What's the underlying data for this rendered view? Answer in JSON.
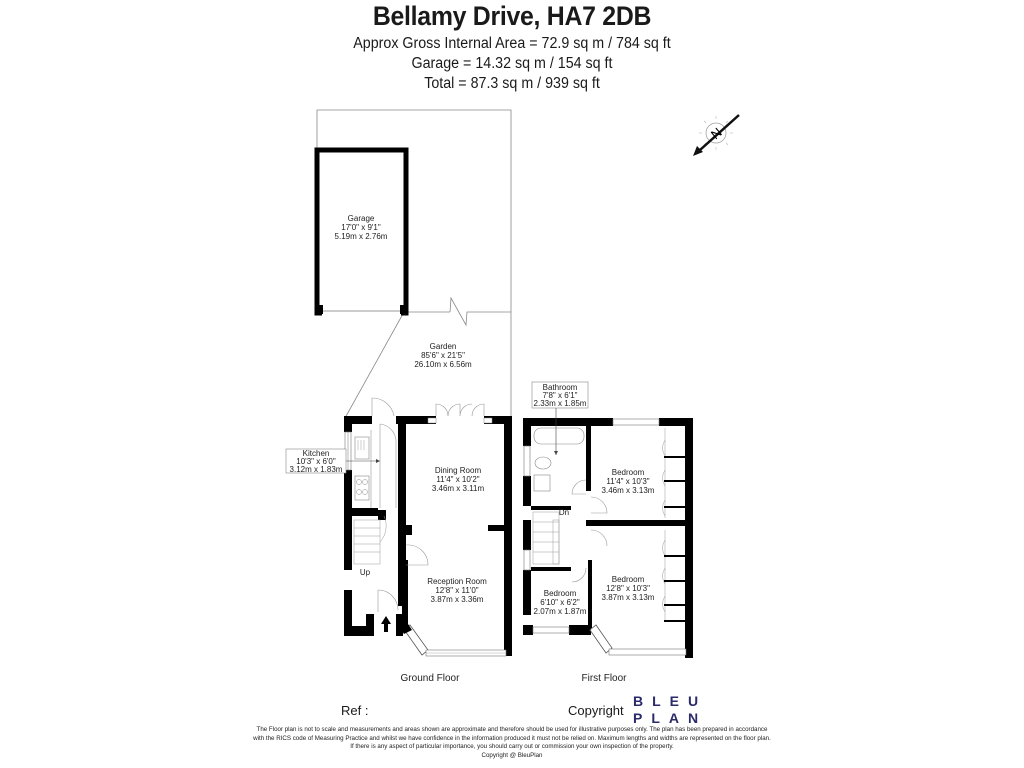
{
  "header": {
    "title": "Bellamy Drive, HA7 2DB",
    "gross_internal_area": "Approx Gross Internal Area = 72.9 sq m / 784 sq ft",
    "garage_area": "Garage = 14.32 sq m / 154 sq ft",
    "total_area": "Total = 87.3 sq m / 939 sq ft"
  },
  "compass": {
    "icon": "north-arrow-icon",
    "label": "N"
  },
  "rooms": {
    "garage": {
      "name": "Garage",
      "imperial": "17'0\" x 9'1\"",
      "metric": "5.19m x 2.76m"
    },
    "garden": {
      "name": "Garden",
      "imperial": "85'6\" x 21'5\"",
      "metric": "26.10m x 6.56m"
    },
    "kitchen": {
      "name": "Kitchen",
      "imperial": "10'3\" x 6'0\"",
      "metric": "3.12m x 1.83m"
    },
    "dining_room": {
      "name": "Dining Room",
      "imperial": "11'4\" x 10'2\"",
      "metric": "3.46m x 3.11m"
    },
    "reception_room": {
      "name": "Reception Room",
      "imperial": "12'8\" x 11'0\"",
      "metric": "3.87m x 3.36m"
    },
    "bathroom": {
      "name": "Bathroom",
      "imperial": "7'8\" x 6'1\"",
      "metric": "2.33m x 1.85m"
    },
    "bedroom_1": {
      "name": "Bedroom",
      "imperial": "11'4\" x 10'3\"",
      "metric": "3.46m x 3.13m"
    },
    "bedroom_2": {
      "name": "Bedroom",
      "imperial": "12'8\" x 10'3\"",
      "metric": "3.87m x 3.13m"
    },
    "bedroom_3": {
      "name": "Bedroom",
      "imperial": "6'10\" x 6'2\"",
      "metric": "2.07m x 1.87m"
    }
  },
  "stairs": {
    "up": "Up",
    "down": "Dn"
  },
  "floors": {
    "ground": "Ground Floor",
    "first": "First Floor"
  },
  "footer": {
    "ref": "Ref  :",
    "copyright_label": "Copyright",
    "logo_line1": "BLEU",
    "logo_line2": "PLAN",
    "logo_color": "#2b2a6b",
    "disclaimer": [
      "The Floor plan is not to scale and measurements and areas shown are approximate and therefore should be used for illustrative purposes only. The plan has been prepared in accordance",
      "with the RICS code of Measuring Practice and whilst we have confidence in the information produced it must not be relied on. Maximum lengths and widths are represented on the floor plan.",
      "If there is any aspect of particular importance, you should carry out or commission your own inspection of the property.",
      "Copyright @ BleuPlan"
    ]
  }
}
